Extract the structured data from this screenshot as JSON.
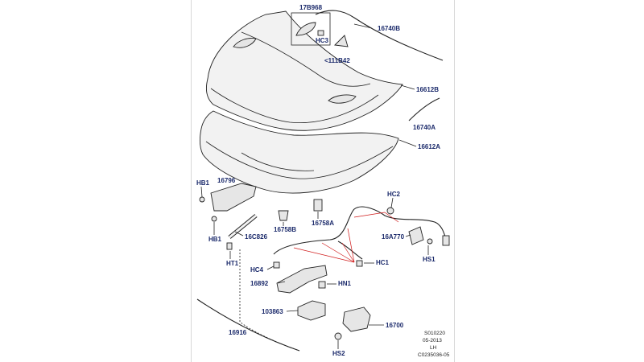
{
  "diagram": {
    "callouts": {
      "c17B968": "17B968",
      "cHC3": "HC3",
      "c111B42": "<111B42",
      "c16740B": "16740B",
      "c16612B": "16612B",
      "c16740A": "16740A",
      "c16612A": "16612A",
      "cHB1a": "HB1",
      "c16796": "16796",
      "cHB1b": "HB1",
      "c16C826": "16C826",
      "cHT1": "HT1",
      "c16758B": "16758B",
      "c16758A": "16758A",
      "cHC2": "HC2",
      "c16A770": "16A770",
      "cHS1": "HS1",
      "cHC4": "HC4",
      "cHC1": "HC1",
      "c16892": "16892",
      "cHN1": "HN1",
      "c103863": "103863",
      "c16700": "16700",
      "c16916": "16916",
      "cHS2": "HS2"
    },
    "footer": {
      "line1": "S010220",
      "line2": "05-2013",
      "line3": "LH",
      "line4": "C0235036-05"
    },
    "colors": {
      "callout_text": "#1b2a6b",
      "leader_lines": "#d01b1b",
      "linework": "#222222"
    }
  }
}
